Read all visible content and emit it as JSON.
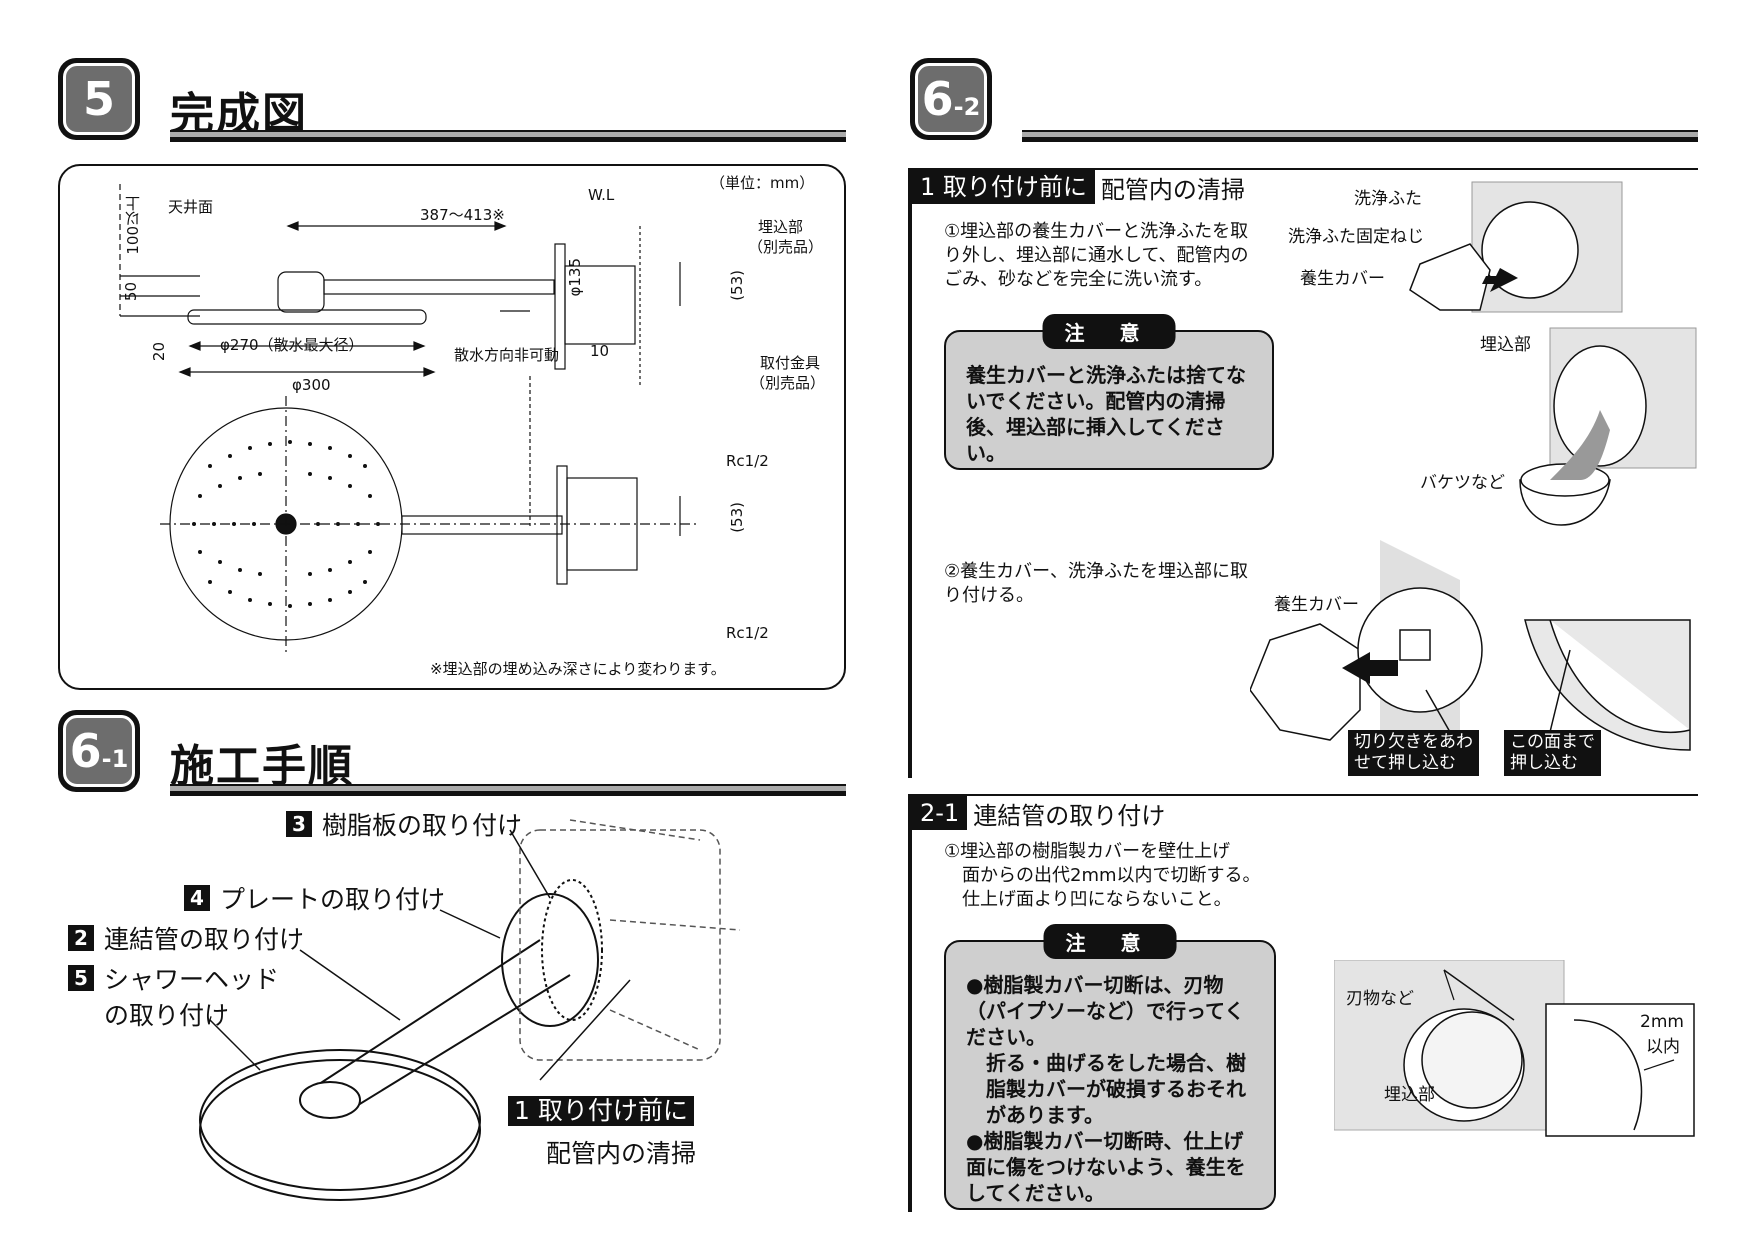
{
  "sec5": {
    "num": "5",
    "title": "完成図"
  },
  "dims": {
    "unit": "（単位：mm）",
    "ceiling": "天井面",
    "wl": "W.L",
    "h100": "100以上",
    "h50": "50",
    "h20": "20",
    "len": "387～413※",
    "embed_part": "埋込部",
    "embed_sep": "（別売品）",
    "d135": "φ135",
    "d53a": "(53)",
    "d270": "φ270（散水最大径）",
    "fixed": "散水方向非可動",
    "d10": "10",
    "bracket": "取付金具",
    "bracket_sep": "（別売品）",
    "d300": "φ300",
    "rc_top": "Rc1/2",
    "d53b": "(53)",
    "rc_bottom": "Rc1/2",
    "note": "※埋込部の埋め込み深さにより変わります。"
  },
  "sec61": {
    "num": "6",
    "sub": "-1",
    "title": "施工手順"
  },
  "steps": {
    "s3n": "3",
    "s3": "樹脂板の取り付け",
    "s4n": "4",
    "s4": "プレートの取り付け",
    "s2n": "2",
    "s2": "連結管の取り付け",
    "s5n": "5",
    "s5a": "シャワーヘッド",
    "s5b": "の取り付け",
    "s1tag": "1 取り付け前に",
    "s1": "配管内の清掃"
  },
  "sec62": {
    "num": "6",
    "sub": "-2"
  },
  "part1": {
    "tag": "1 取り付け前に",
    "title": "配管内の清掃",
    "p1": "①埋込部の養生カバーと洗浄ふたを取り外し、埋込部に通水して、配管内のごみ、砂などを完全に洗い流す。",
    "caution_label": "注 意",
    "caution": "養生カバーと洗浄ふたは捨てないでください。配管内の清掃後、埋込部に挿入してください。",
    "l_lid": "洗浄ふた",
    "l_screw": "洗浄ふた固定ねじ",
    "l_cover": "養生カバー",
    "l_embed": "埋込部",
    "l_bucket": "バケツなど",
    "p2": "②養生カバー、洗浄ふたを埋込部に取り付ける。",
    "l_cover2": "養生カバー",
    "b1a": "切り欠きをあわ",
    "b1b": "せて押し込む",
    "b2a": "この面まで",
    "b2b": "押し込む"
  },
  "part2": {
    "tag": "2-1",
    "title": "連結管の取り付け",
    "p1a": "①埋込部の樹脂製カバーを壁仕上げ",
    "p1b": "面からの出代2mm以内で切断する。",
    "p1c": "仕上げ面より凹にならないこと。",
    "caution_label": "注 意",
    "c1": "●樹脂製カバー切断は、刃物（パイプソーなど）で行ってください。",
    "c2": "折る・曲げるをした場合、樹脂製カバーが破損するおそれがあります。",
    "c3": "●樹脂製カバー切断時、仕上げ面に傷をつけないよう、養生をしてください。",
    "l_blade": "刃物など",
    "l_embed": "埋込部",
    "l_2mm": "2mm",
    "l_within": "以内"
  }
}
